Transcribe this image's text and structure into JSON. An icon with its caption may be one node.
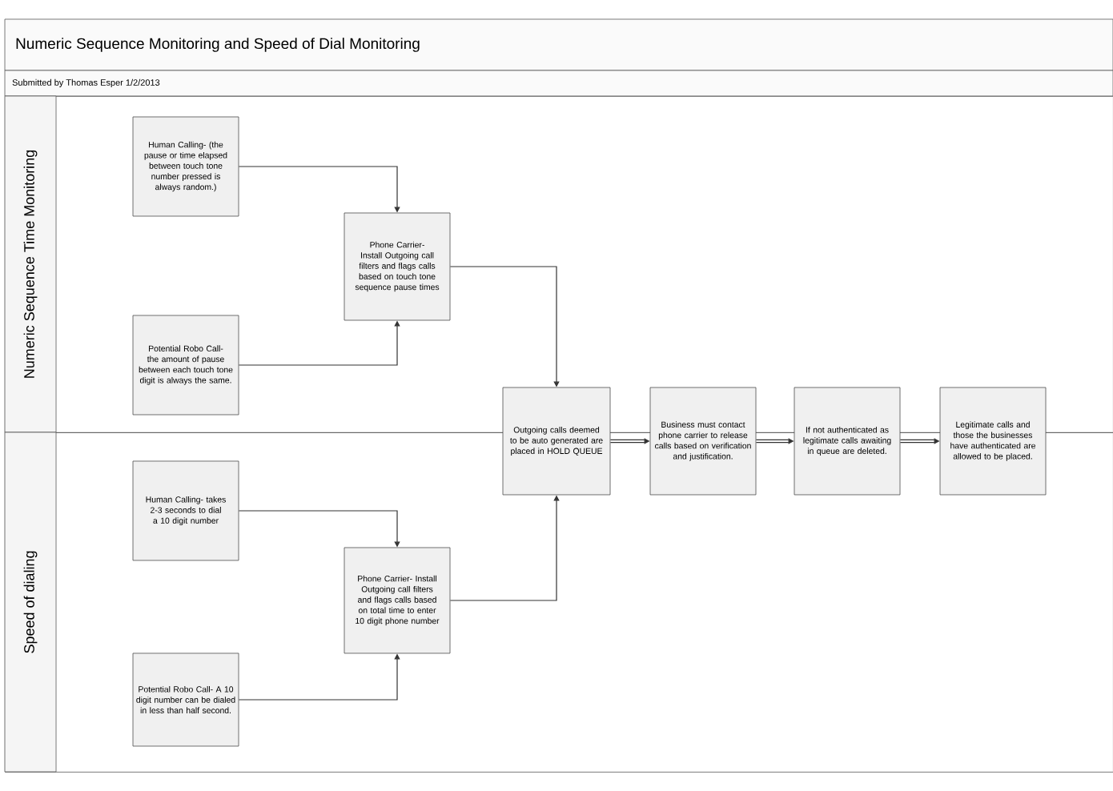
{
  "diagram": {
    "title": "Numeric Sequence Monitoring and Speed of Dial Monitoring",
    "nodes": [
      {
        "text": [
          "Numeric Sequence Time Monitoring"
        ]
      },
      {
        "text": [
          "Human Calling- (the pause or time elapsed between touch tone number pressed is always random.)"
        ],
        "in": 0
      },
      {
        "text": [
          "Phone Carrier- Install Outgoing call filters and flags calls based on touch tone sequence pause times"
        ],
        "in": 0
      },
      {
        "text": [
          "Potential Robo Call- the amount of pause between each touch tone digit is always the same."
        ],
        "in": 0
      },
      {
        "text": [
          "Speed of dialing"
        ]
      },
      {
        "text": [
          "Human Calling- takes 2-3 seconds to dial a 10 digit number"
        ],
        "in": 4
      },
      {
        "text": [
          "Phone Carrier- Install Outgoing call filters and flags calls based on total time to enter 10 digit phone number"
        ],
        "in": 4
      },
      {
        "text": [
          "Potential Robo Call- A 10 digit number can be dialed in less than half second."
        ],
        "in": 4
      },
      {
        "text": [
          "Outgoing calls deemed to be auto generated are placed in HOLD QUEUE"
        ]
      },
      {
        "text": [
          "Business must contact phone carrier to release calls based on verification and justification."
        ]
      },
      {
        "text": [
          "If not authenticated as legitimate calls awaiting in queue are deleted."
        ]
      },
      {
        "text": [
          "Legitimate calls and those the businesses have authenticated are allowed to be placed."
        ]
      }
    ],
    "edges": [
      {
        "from": 1,
        "to": 2,
        "arrow": "to"
      },
      {
        "from": 3,
        "to": 2,
        "arrow": "to"
      },
      {
        "from": 2,
        "to": 8,
        "arrow": "to"
      },
      {
        "from": 5,
        "to": 6,
        "arrow": "to"
      },
      {
        "from": 7,
        "to": 6,
        "arrow": "to"
      },
      {
        "from": 6,
        "to": 8,
        "arrow": "to"
      },
      {
        "from": 8,
        "to": 9,
        "arrow": "to",
        "style": "thick"
      },
      {
        "from": 9,
        "to": 10,
        "arrow": "to",
        "style": "thick"
      },
      {
        "from": 10,
        "to": 11,
        "arrow": "to",
        "style": "thick"
      }
    ],
    "labels": [
      "Submitted by Thomas Esper 1/2/2013"
    ]
  }
}
